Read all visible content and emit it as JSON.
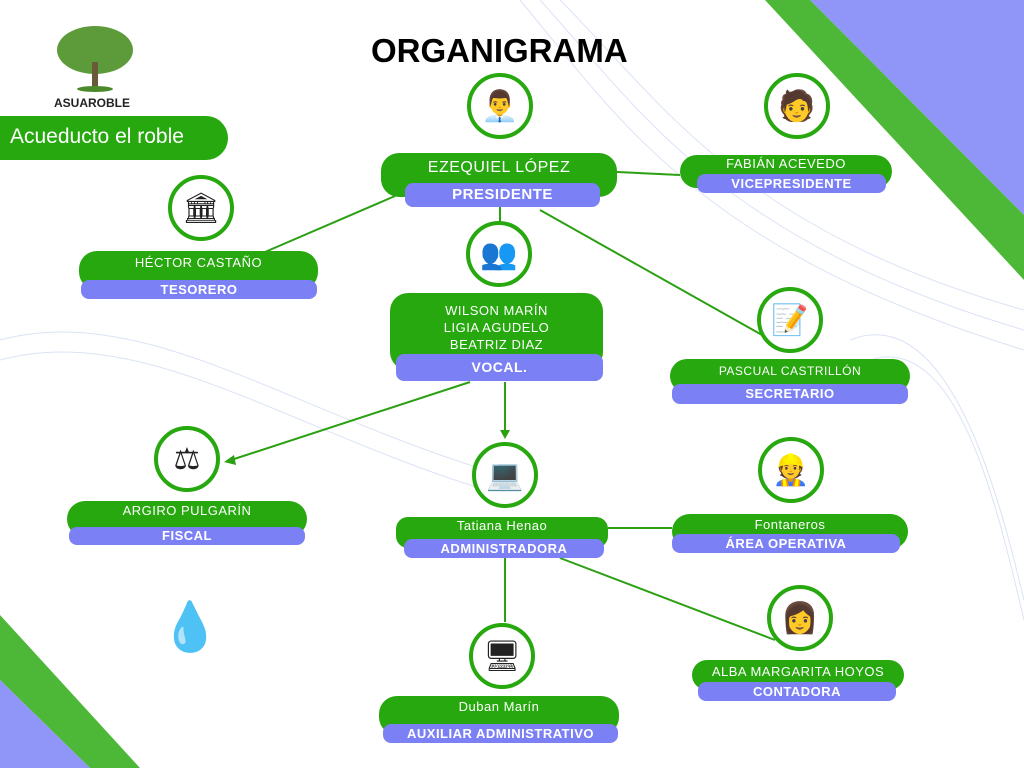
{
  "header": {
    "title": "ORGANIGRAMA",
    "logo_text": "ASUAROBLE",
    "subtitle": "Acueducto el roble"
  },
  "colors": {
    "green": "#26a80e",
    "purple": "#7b80f5"
  },
  "nodes": {
    "presidente": {
      "name": "EZEQUIEL LÓPEZ",
      "role": "PRESIDENTE",
      "icon": "person-icon"
    },
    "vicepresidente": {
      "name": "FABIÁN ACEVEDO",
      "role": "VICEPRESIDENTE",
      "icon": "person-icon"
    },
    "tesorero": {
      "name": "HÉCTOR CASTAÑO",
      "role": "TESORERO",
      "icon": "bank-icon"
    },
    "vocal": {
      "names": [
        "WILSON MARÍN",
        "LIGIA AGUDELO",
        "BEATRIZ DIAZ"
      ],
      "role": "VOCAL.",
      "icon": "group-icon"
    },
    "secretario": {
      "name": "PASCUAL CASTRILLÓN",
      "role": "SECRETARIO",
      "icon": "writer-icon"
    },
    "fiscal": {
      "name": "ARGIRO PULGARÍN",
      "role": "FISCAL",
      "icon": "scales-icon"
    },
    "administradora": {
      "name": "Tatiana Henao",
      "role": "ADMINISTRADORA",
      "icon": "laptop-icon"
    },
    "operativa": {
      "name": "Fontaneros",
      "role": "ÁREA OPERATIVA",
      "icon": "worker-icon"
    },
    "contadora": {
      "name": "ALBA MARGARITA HOYOS",
      "role": "CONTADORA",
      "icon": "accountant-icon"
    },
    "auxiliar": {
      "name": "Duban Marín",
      "role": "AUXILIAR ADMINISTRATIVO",
      "icon": "desk-icon"
    }
  }
}
